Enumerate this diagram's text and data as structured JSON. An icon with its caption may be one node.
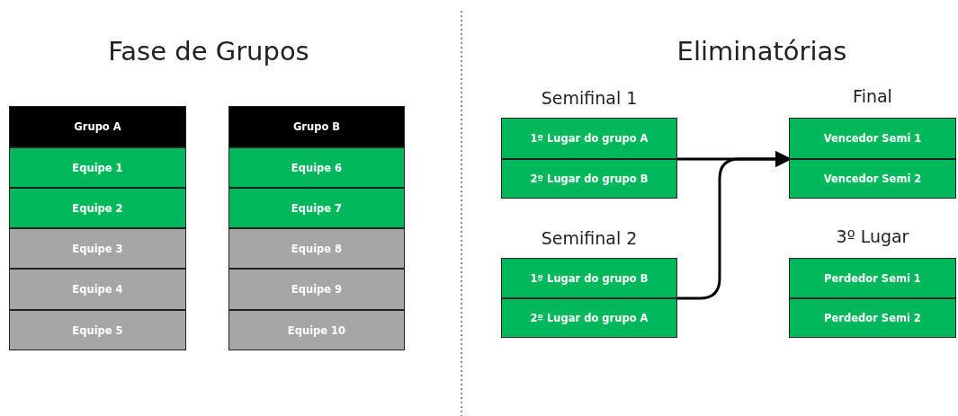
{
  "diagram": {
    "nodes": [
      {
        "text": [
          "Grupo A"
        ]
      },
      {
        "text": [
          "Equipe 1"
        ]
      },
      {
        "text": [
          "Equipe 2"
        ]
      },
      {
        "text": [
          "Equipe 3"
        ]
      },
      {
        "text": [
          "Equipe 4"
        ]
      },
      {
        "text": [
          "Equipe 5"
        ]
      },
      {
        "text": [
          "Grupo B"
        ]
      },
      {
        "text": [
          "Equipe 6"
        ]
      },
      {
        "text": [
          "Equipe 7"
        ]
      },
      {
        "text": [
          "Equipe 8"
        ]
      },
      {
        "text": [
          "Equipe 9"
        ]
      },
      {
        "text": [
          "Equipe 10"
        ]
      },
      {
        "text": [
          "Semifinal 1"
        ]
      },
      {
        "text": [
          "1º Lugar do grupo A"
        ],
        "in": 12
      },
      {
        "text": [
          "2º Lugar do grupo B"
        ],
        "in": 12
      },
      {
        "text": [
          "Final"
        ]
      },
      {
        "text": [
          "Vencedor Semi 1"
        ],
        "in": 15
      },
      {
        "text": [
          "Vencedor Semi 2"
        ],
        "in": 15
      },
      {
        "text": [
          "Semifinal 2"
        ]
      },
      {
        "text": [
          "1º Lugar do grupo B"
        ],
        "in": 18
      },
      {
        "text": [
          "2º Lugar do grupo A"
        ],
        "in": 18
      },
      {
        "text": [
          "3º Lugar"
        ]
      },
      {
        "text": [
          "Perdedor Semi 1"
        ],
        "in": 21
      },
      {
        "text": [
          "Perdedor Semi 2"
        ],
        "in": 21
      }
    ],
    "edges": [
      {
        "from": 12,
        "to": 15,
        "arrow": "to"
      },
      {
        "from": 18,
        "to": 15,
        "arrow": "to"
      }
    ],
    "labels": [
      "Fase de Grupos",
      "Eliminatórias"
    ]
  }
}
